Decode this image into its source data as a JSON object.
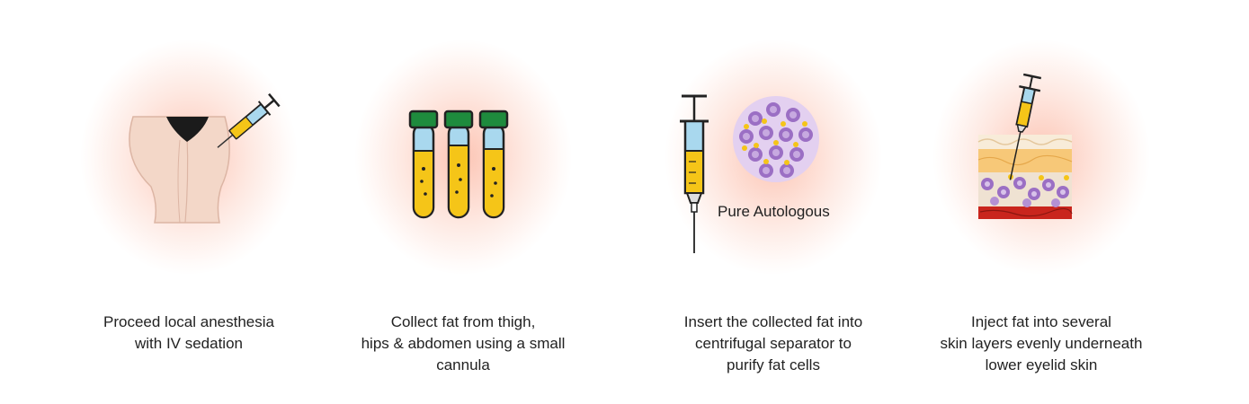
{
  "steps": [
    {
      "id": "anesthesia",
      "caption_lines": [
        "Proceed local anesthesia",
        "with IV sedation"
      ]
    },
    {
      "id": "collect",
      "caption_lines": [
        "Collect fat from thigh,",
        "hips & abdomen using a small",
        "cannula"
      ]
    },
    {
      "id": "centrifuge",
      "caption_lines": [
        "Insert the collected fat into",
        "centrifugal separator to",
        "purify fat cells"
      ],
      "icon_label": "Pure Autologous"
    },
    {
      "id": "inject",
      "caption_lines": [
        "Inject fat into several",
        "skin layers evenly underneath",
        "lower eyelid skin"
      ]
    }
  ],
  "colors": {
    "glow": "#f9a58a",
    "tube_cap": "#1e8b3d",
    "fat_yellow": "#f5c518",
    "syringe_blue": "#a9d8ee",
    "fat_cell_purple": "#9b6fc4",
    "skin": "#f3d7c8",
    "outline": "#222222"
  }
}
